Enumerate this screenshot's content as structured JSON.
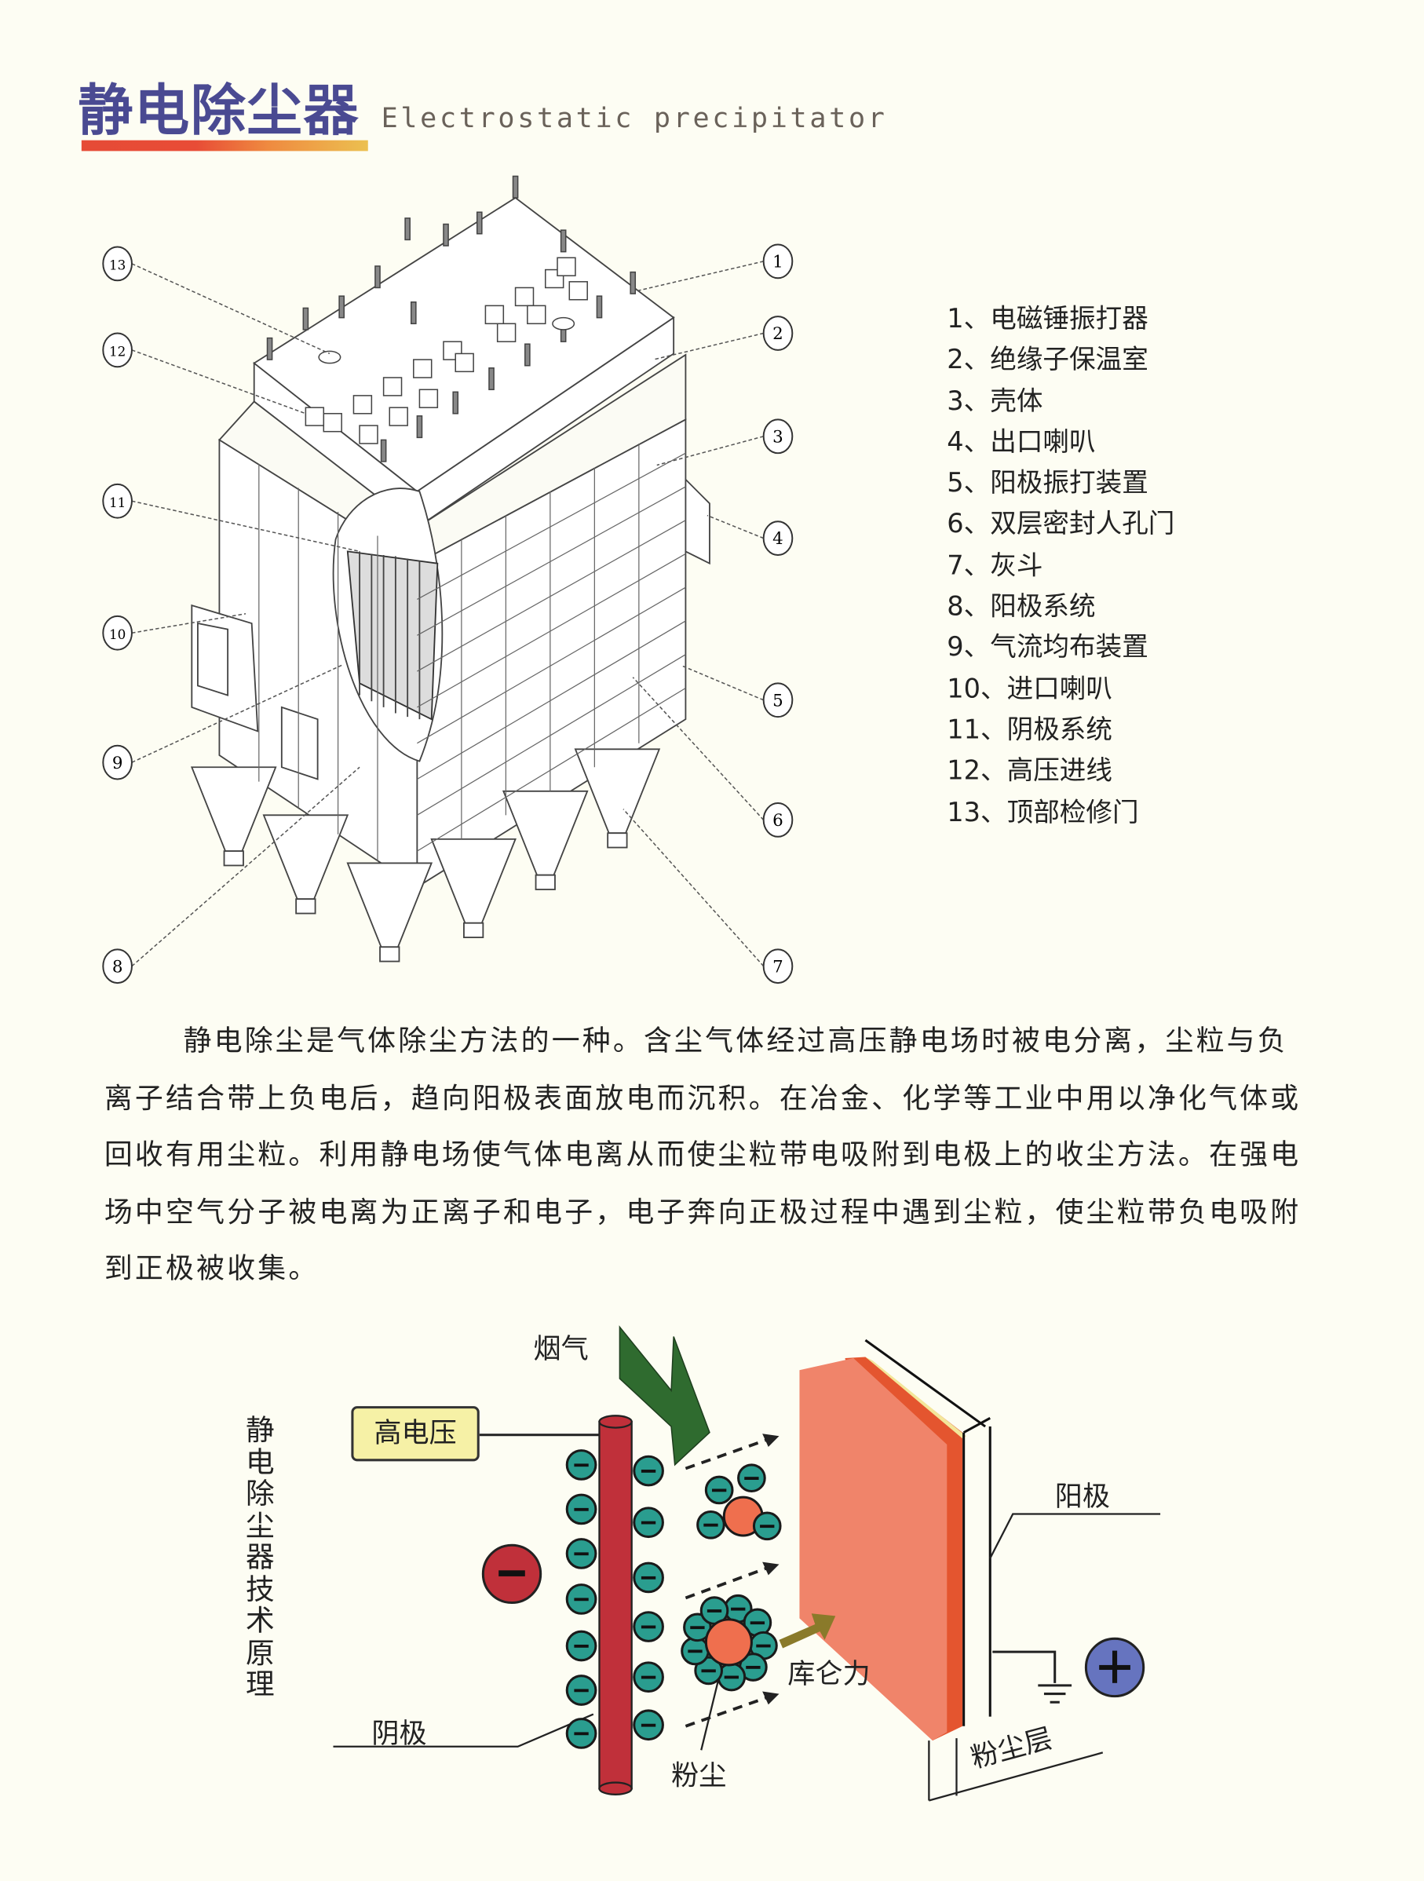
{
  "header": {
    "title": "静电除尘器",
    "subtitle": "Electrostatic precipitator"
  },
  "colors": {
    "title": "#4a4a92",
    "cathode": "#c0303a",
    "ion": "#2a9d8f",
    "dust": "#ef6f4e",
    "plate_front": "#f0846a",
    "plate_side": "#e4552f",
    "anode_sign": "#6674bf",
    "gas_arrow": "#2f6b2f",
    "force_arrow": "#8a7a2a"
  },
  "callouts": [
    "1",
    "2",
    "3",
    "4",
    "5",
    "6",
    "7",
    "8",
    "9",
    "10",
    "11",
    "12",
    "13"
  ],
  "legend": [
    "1、电磁锤振打器",
    "2、绝缘子保温室",
    "3、壳体",
    "4、出口喇叭",
    "5、阳极振打装置",
    "6、双层密封人孔门",
    "7、灰斗",
    "8、阳极系统",
    "9、气流均布装置",
    "10、进口喇叭",
    "11、阴极系统",
    "12、高压进线",
    "13、顶部检修门"
  ],
  "paragraph": [
    "静电除尘是气体除尘方法的一种。含尘气体经过高压静电场时被电分离，尘粒与负",
    "离子结合带上负电后，趋向阳极表面放电而沉积。在冶金、化学等工业中用以净化气体或",
    "回收有用尘粒。利用静电场使气体电离从而使尘粒带电吸附到电极上的收尘方法。在强电",
    "场中空气分子被电离为正离子和电子，电子奔向正极过程中遇到尘粒，使尘粒带负电吸附",
    "到正极被收集。"
  ],
  "principle": {
    "vertical_title": "静电除尘器技术原理",
    "flue_gas": "烟气",
    "high_voltage": "高电压",
    "anode": "阳极",
    "cathode": "阴极",
    "dust": "粉尘",
    "coulomb_force": "库仑力",
    "dust_layer": "粉尘层",
    "minus_sign": "−",
    "plus_sign": "+"
  }
}
